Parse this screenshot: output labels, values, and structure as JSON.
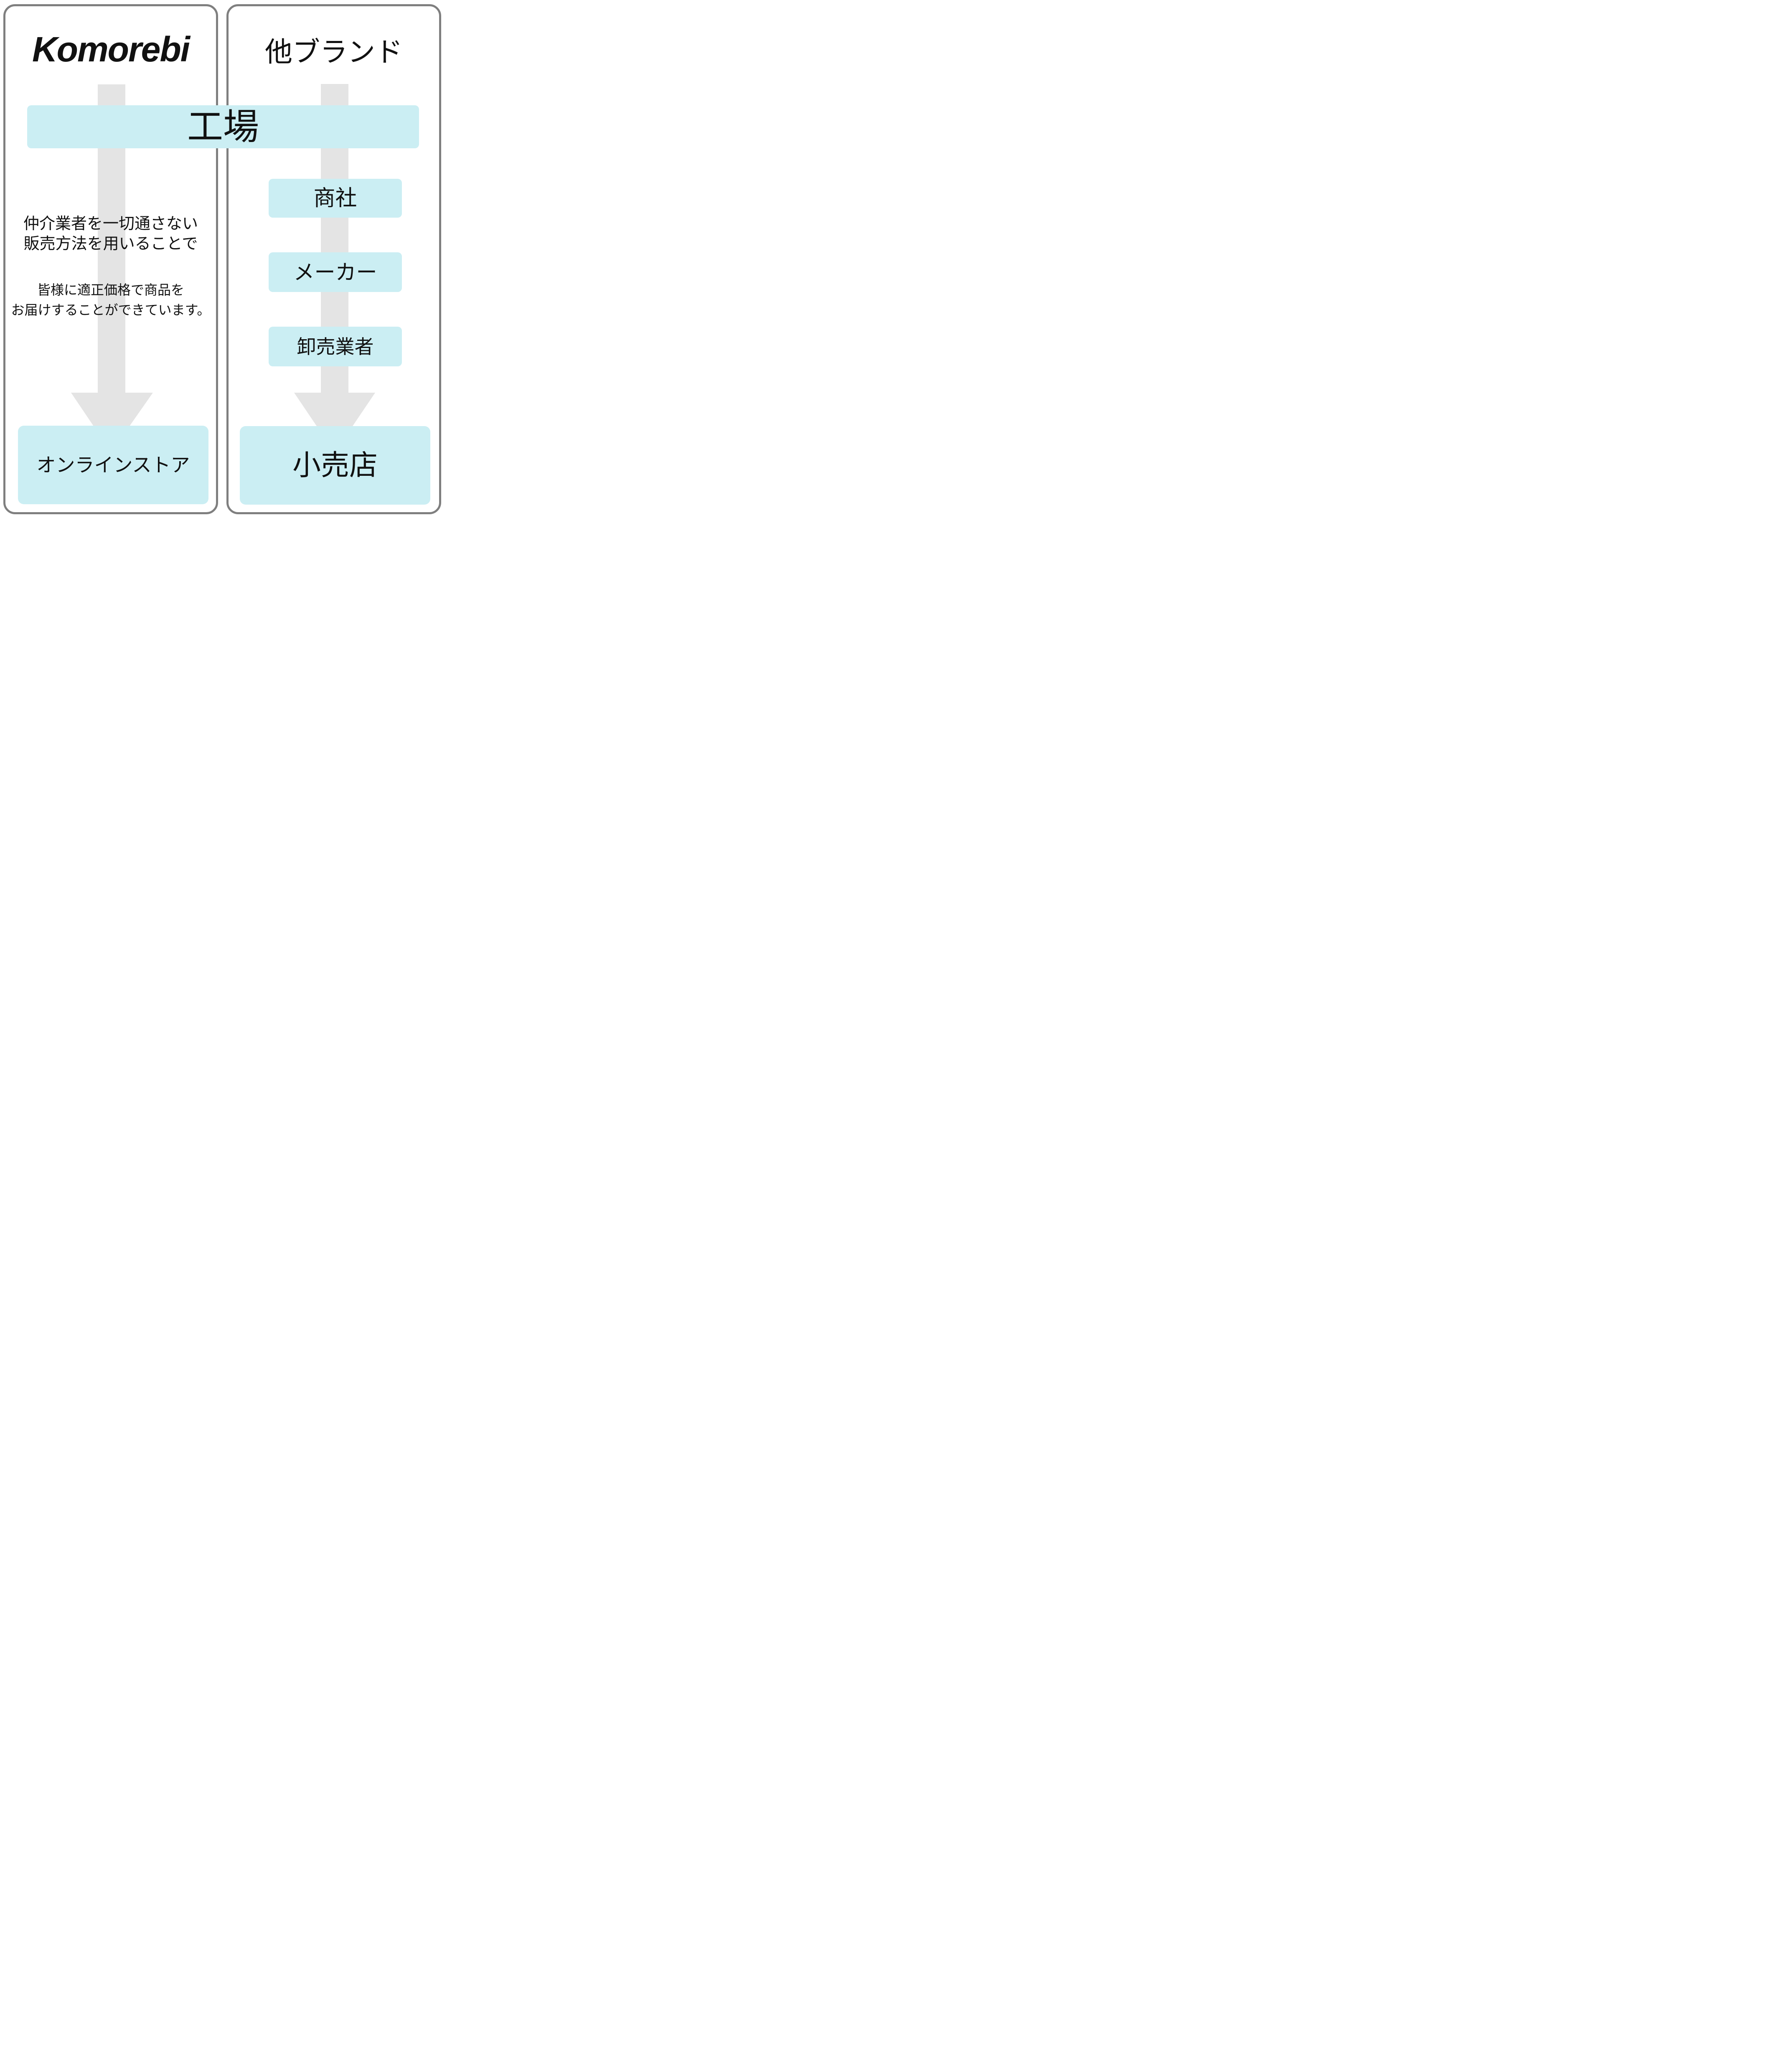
{
  "diagram": {
    "left": {
      "title": "Komorebi",
      "note1_line1": "仲介業者を一切通さない",
      "note1_line2": "販売方法を用いることで",
      "note2_line1": "皆様に適正価格で商品を",
      "note2_line2": "お届けすることができています。",
      "endpoint": "オンラインストア"
    },
    "right": {
      "title": "他ブランド",
      "nodes": [
        "商社",
        "メーカー",
        "卸売業者"
      ],
      "endpoint": "小売店"
    },
    "shared": {
      "factory": "工場"
    },
    "colors": {
      "node_bg": "#cbeef3",
      "arrow": "#e4e4e4",
      "panel_border": "#7f7f7f",
      "text": "#111111"
    }
  }
}
